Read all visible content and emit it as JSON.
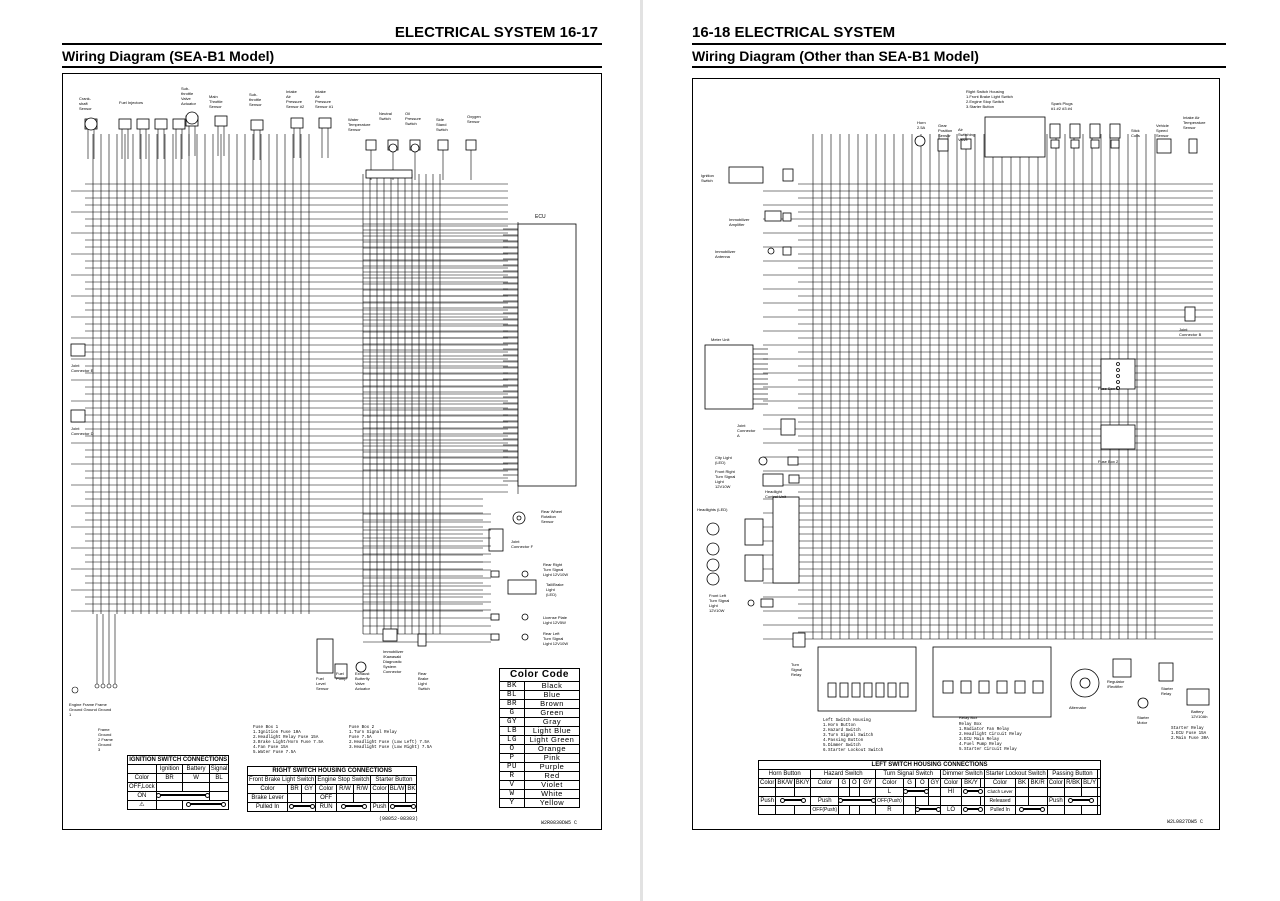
{
  "left_page": {
    "header": "ELECTRICAL SYSTEM 16-17",
    "subtitle": "Wiring Diagram (SEA-B1 Model)",
    "component_labels": {
      "crankshaft": "Crank-\nshaft\nSensor",
      "fuel_injectors": "Fuel Injectors",
      "sub_throttle_valve": "Sub-\nthrottle\nValve\nActuator",
      "main_throttle": "Main\nThrottle\nSensor",
      "sub_throttle_sensor": "Sub-\nthrottle\nSensor",
      "intake_air_2": "Intake\nAir\nPressure\nSensor #2",
      "intake_air_1": "Intake\nAir\nPressure\nSensor #1",
      "water_temp": "Water\nTemperature\nSensor",
      "neutral": "Neutral\nSwitch",
      "oil_pressure": "Oil\nPressure\nSwitch",
      "side_stand": "Side\nStand\nSwitch",
      "oxygen": "Oxygen\nSensor",
      "ecu": "ECU",
      "joint_e": "Joint\nConnector E",
      "joint_d": "Joint\nConnector D",
      "rear_wheel": "Rear Wheel\nRotation\nSensor",
      "joint_f": "Joint\nConnector F",
      "rear_right_turn": "Rear Right\nTurn Signal\nLight 12V10W",
      "tail_brake": "Tail/Brake\nLight\n(LED)",
      "license": "License Plate\nLight 12V5W",
      "rear_left_turn": "Rear Left\nTurn Signal\nLight 12V10W",
      "fuel_level": "Fuel\nLevel\nSensor",
      "fuel_pump": "Fuel\nPump",
      "exhaust": "Exhaust\nButterfly\nValve\nActuator",
      "immobilizer_diag": "Immobilizer\n/Kawasaki\nDiagnostic\nSystem\nConnector",
      "rear_brake": "Rear\nBrake\nLight\nSwitch",
      "grounds": "Engine Frame  Frame\nGround Ground Ground\n               1",
      "frame_grounds": "Frame\nGround\n2        Frame\n         Ground\n         3"
    },
    "fuse_box_1": "Fuse Box 1\n1.Ignition Fuse 10A\n2.Headlight Relay Fuse 15A\n3.Brake Light/Horn Fuse 7.5A\n4.Fan Fuse 15A\n5.Water Fuse 7.5A",
    "fuse_box_2": "Fuse Box 2\n1.Turn Signal Relay\n  Fuse 7.5A\n2.Headlight Fuse (Low Left) 7.5A\n3.Headlight Fuse (Low Right) 7.5A",
    "ignition_table": {
      "title": "IGNITION SWITCH CONNECTIONS",
      "cols": [
        "Ignition",
        "Battery",
        "Signal"
      ],
      "color_label": "Color",
      "colors": [
        "BR",
        "W",
        "BL"
      ],
      "rows": [
        "OFF,Lock",
        "ON",
        "⚠"
      ]
    },
    "right_switch_table": {
      "title": "RIGHT SWITCH HOUSING CONNECTIONS",
      "groups": [
        "Front Brake Light Switch",
        "Engine Stop Switch",
        "Starter Button"
      ],
      "color_label": "Color",
      "front_colors": [
        "BR",
        "GY"
      ],
      "stop_colors": [
        "R/W",
        "R/W"
      ],
      "starter_colors": [
        "BL/W",
        "BK"
      ],
      "row1": [
        "Brake Lever",
        "OFF"
      ],
      "row2": [
        "Pulled In",
        "RUN",
        "Push"
      ]
    },
    "part_no": "(98052-08303)",
    "color_code": {
      "title": "Color Code",
      "rows": [
        [
          "BK",
          "Black"
        ],
        [
          "BL",
          "Blue"
        ],
        [
          "BR",
          "Brown"
        ],
        [
          "G",
          "Green"
        ],
        [
          "GY",
          "Gray"
        ],
        [
          "LB",
          "Light Blue"
        ],
        [
          "LG",
          "Light Green"
        ],
        [
          "O",
          "Orange"
        ],
        [
          "P",
          "Pink"
        ],
        [
          "PU",
          "Purple"
        ],
        [
          "R",
          "Red"
        ],
        [
          "V",
          "Violet"
        ],
        [
          "W",
          "White"
        ],
        [
          "Y",
          "Yellow"
        ]
      ]
    },
    "figure_code": "W2R0830DW5 C"
  },
  "right_page": {
    "header": "16-18 ELECTRICAL SYSTEM",
    "subtitle": "Wiring Diagram (Other than SEA-B1 Model)",
    "component_labels": {
      "ignition_switch": "Ignition\nSwitch",
      "immobilizer_amp": "Immobilizer\nAmplifier",
      "immobilizer_ant": "Immobilizer\nAntenna",
      "horn": "Horn\n2.5A",
      "gear_position": "Gear\nPosition\nSensor",
      "air_switching": "Air\nSwitching\nValve",
      "right_switch": "Right Switch Housing\n1.Front Brake Light Switch\n2.Engine Stop Switch\n3.Starter Button",
      "spark_plugs": "Spark Plugs\n#1  #2  #3  #4",
      "stick_coils": "Stick\nCoils",
      "vehicle_speed": "Vehicle\nSpeed\nSensor",
      "intake_air_temp": "Intake Air\nTemperature\nSensor",
      "meter_unit": "Meter Unit",
      "joint_a": "Joint\nConnector\nA",
      "joint_b": "Joint\nConnector B",
      "city_light": "City Light\n(LED)",
      "front_right_turn": "Front Right\nTurn Signal\nLight\n12V10W",
      "headlight_control": "Headlight\nControl Unit",
      "headlights": "Headlights (LED)",
      "front_left_turn": "Front Left\nTurn Signal\nLight\n12V10W",
      "fuse_box_1": "Fuse Box 1",
      "fuse_box_2": "Fuse Box 2",
      "turn_relay": "Turn\nSignal\nRelay",
      "relay_box": "Relay Box",
      "alternator": "Alternator",
      "regulator": "Regulator\n/Rectifier",
      "starter_motor": "Starter\nMotor",
      "starter_relay": "Starter\nRelay",
      "battery": "Battery\n12V10Ah"
    },
    "left_switch_list": "Left Switch Housing\n1.Horn Button\n2.Hazard Switch\n3.Turn Signal Switch\n4.Passing Button\n5.Dimmer Switch\n6.Starter Lockout Switch",
    "relay_list": "Relay Box\n1.Radiator Fan Relay\n2.Headlight Circuit Relay\n3.ECU Main Relay\n4.Fuel Pump Relay\n5.Starter Circuit Relay",
    "starter_relay_list": "Starter Relay\n1.ECU Fuse 15A\n2.Main Fuse 30A",
    "left_switch_table": {
      "title": "LEFT SWITCH HOUSING CONNECTIONS",
      "groups": [
        "Horn Button",
        "Hazard Switch",
        "Turn Signal Switch",
        "Dimmer Switch",
        "Starter Lockout Switch",
        "Passing Button"
      ],
      "color_label": "Color",
      "horn_colors": [
        "BK/W",
        "BK/Y"
      ],
      "hazard_colors": [
        "G",
        "O",
        "GY"
      ],
      "turn_colors": [
        "G",
        "O",
        "GY"
      ],
      "dimmer_colors": [
        "BK/Y"
      ],
      "lockout_colors": [
        "BK",
        "BK/R"
      ],
      "passing_colors": [
        "R/BK",
        "BL/Y"
      ],
      "push": "Push",
      "off_push": "OFF(Push)",
      "l": "L",
      "r": "R",
      "hi": "HI",
      "lo": "LO",
      "clutch_lever": "Clutch Lever",
      "released": "Released",
      "pulled_in": "Pulled In"
    },
    "figure_code": "W2L0827DW5 C"
  }
}
